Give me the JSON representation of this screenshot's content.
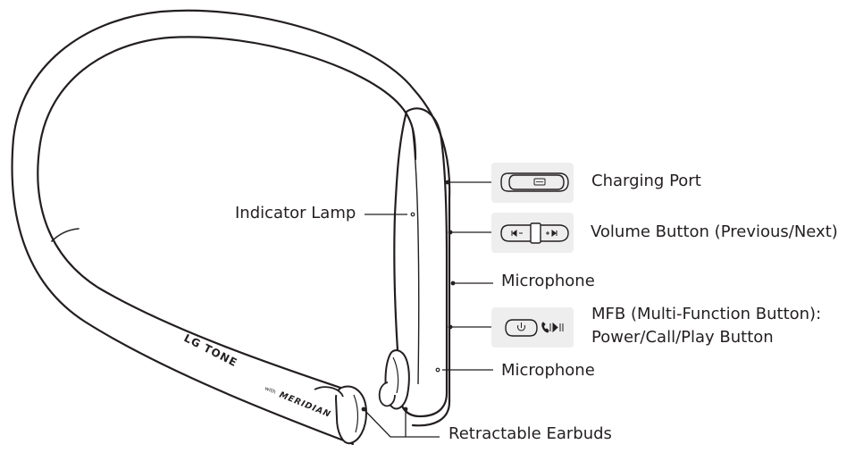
{
  "device": {
    "brand_logo": "LG TONE",
    "sub_logo_prefix": "with",
    "sub_logo": "MERIDIAN"
  },
  "labels": {
    "indicator_lamp": "Indicator Lamp",
    "charging_port": "Charging Port",
    "volume_button": "Volume Button (Previous/Next)",
    "microphone_upper": "Microphone",
    "mfb_line1": "MFB (Multi-Function Button):",
    "mfb_line2": "Power/Call/Play Button",
    "microphone_lower": "Microphone",
    "retractable_earbuds": "Retractable Earbuds"
  },
  "colors": {
    "line": "#231f20",
    "inset_background": "#eeeeee"
  },
  "icons": [
    "charging-port-icon",
    "volume-previous-icon",
    "volume-next-icon",
    "power-icon",
    "call-icon",
    "play-pause-icon"
  ]
}
